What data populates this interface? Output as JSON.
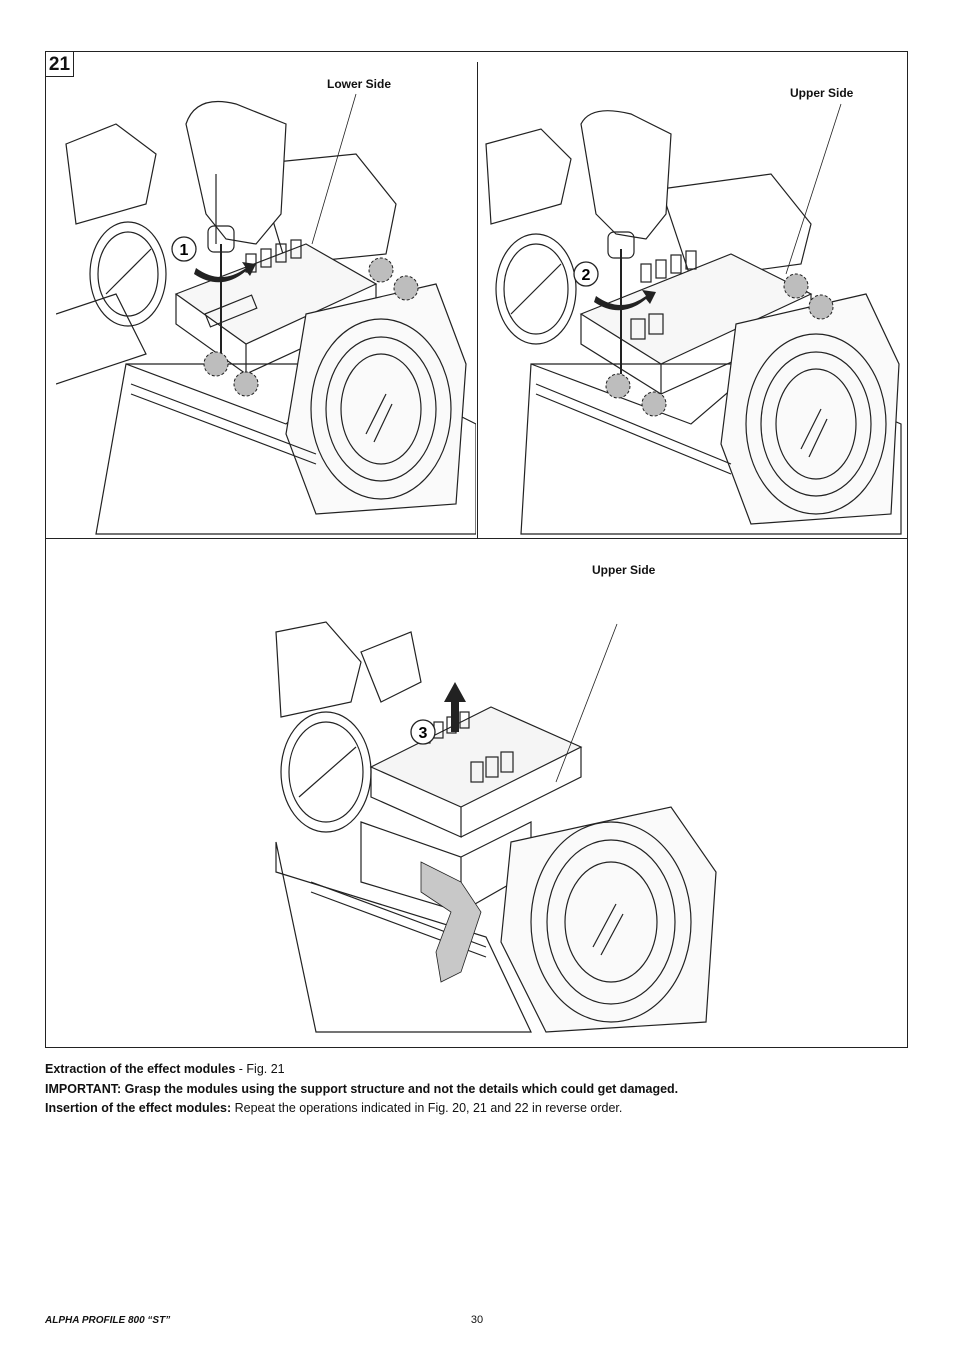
{
  "figure": {
    "number": "21",
    "panels": [
      {
        "step": "1",
        "callout": "Lower Side",
        "screw_icon": "screw-icon",
        "arrow_icon": "rotate-arrow-icon"
      },
      {
        "step": "2",
        "callout": "Upper Side",
        "screw_icon": "screw-icon",
        "arrow_icon": "rotate-arrow-icon"
      },
      {
        "step": "3",
        "callout": "Upper Side",
        "arrow_icon": "lift-arrow-icon"
      }
    ]
  },
  "caption": {
    "line1_bold": "Extraction of the effect modules",
    "line1_rest": " - Fig. 21",
    "line2_bold": "IMPORTANT: Grasp the modules using the support structure and not the details which could get damaged.",
    "line3_bold": "Insertion of the effect modules:",
    "line3_rest": " Repeat the operations indicated in Fig. 20, 21 and 22 in reverse order."
  },
  "footer": {
    "product": "ALPHA PROFILE 800 “ST”",
    "page": "30"
  },
  "colors": {
    "line": "#222222",
    "screw_fill": "#bdbdbd",
    "highlight": "#c8c8c8"
  }
}
